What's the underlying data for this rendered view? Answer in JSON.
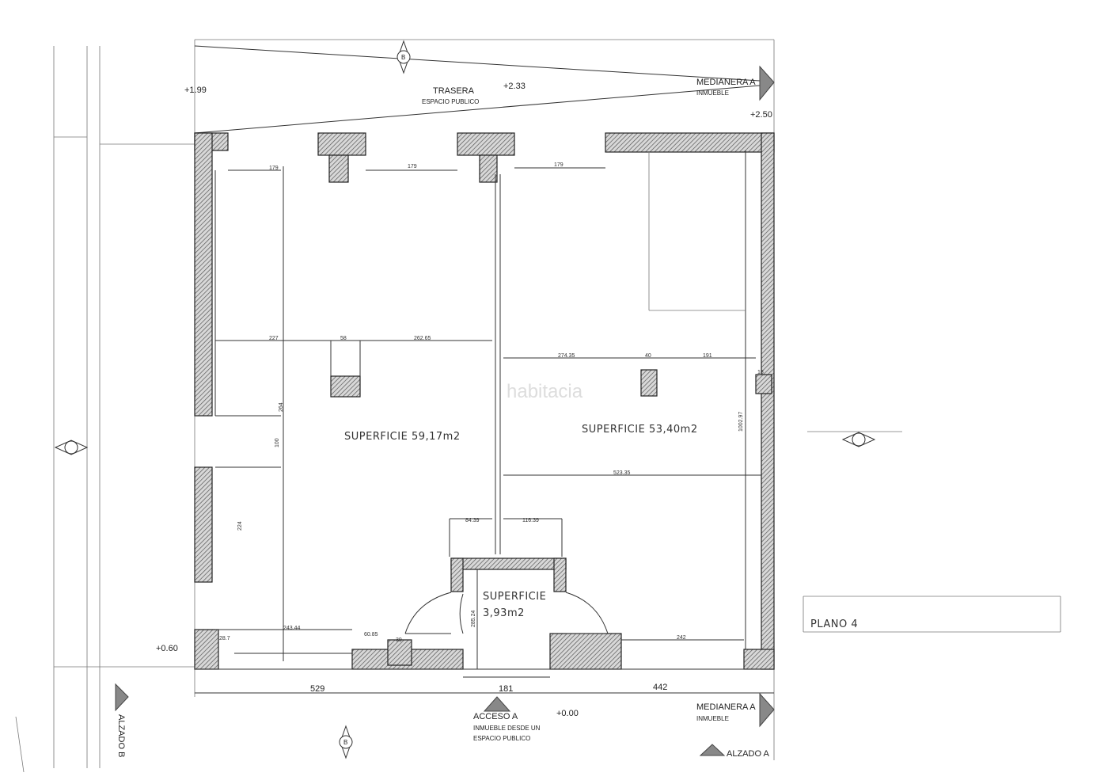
{
  "labels": {
    "trasera": "TRASERA",
    "espacio_publico": "ESPACIO PUBLICO",
    "medianera_top": "MEDIANERA A",
    "inmueble_top": "INMUEBLE",
    "medianera_bottom": "MEDIANERA A",
    "inmueble_bottom": "INMUEBLE",
    "acceso": "ACCESO A",
    "acceso_sub1": "INMUEBLE DESDE UN",
    "acceso_sub2": "ESPACIO PUBLICO",
    "alzado_a": "ALZADO A",
    "alzado_b": "ALZADO B",
    "plano": "PLANO 4",
    "section_b": "B",
    "watermark": "habitacia"
  },
  "levels": {
    "top_left": "+1.99",
    "top_mid": "+2.33",
    "top_right": "+2.50",
    "left": "+0.60",
    "entrance": "+0.00"
  },
  "areas": {
    "left_label": "SUPERFICIE",
    "left_value": "59,17m2",
    "right_label": "SUPERFICIE",
    "right_value": "53,40m2",
    "entry_label": "SUPERFICIE",
    "entry_value": "3,93m2"
  },
  "dimensions": {
    "win1": "179",
    "win2": "179",
    "win3": "179",
    "d227": "227",
    "d58": "58",
    "d262": "262.65",
    "d274": "274.35",
    "d40": "40",
    "d191": "191",
    "d18": "18",
    "d1002": "1002.97",
    "d523": "523.35",
    "d84": "84.39",
    "d116": "116.39",
    "d264": "264",
    "d100": "100",
    "d224": "224",
    "d243": "243.44",
    "d28": "28.7",
    "d60": "60.85",
    "d39": "39",
    "d285": "285.24",
    "d242": "242",
    "d529": "529",
    "d181": "181",
    "d442": "442"
  }
}
